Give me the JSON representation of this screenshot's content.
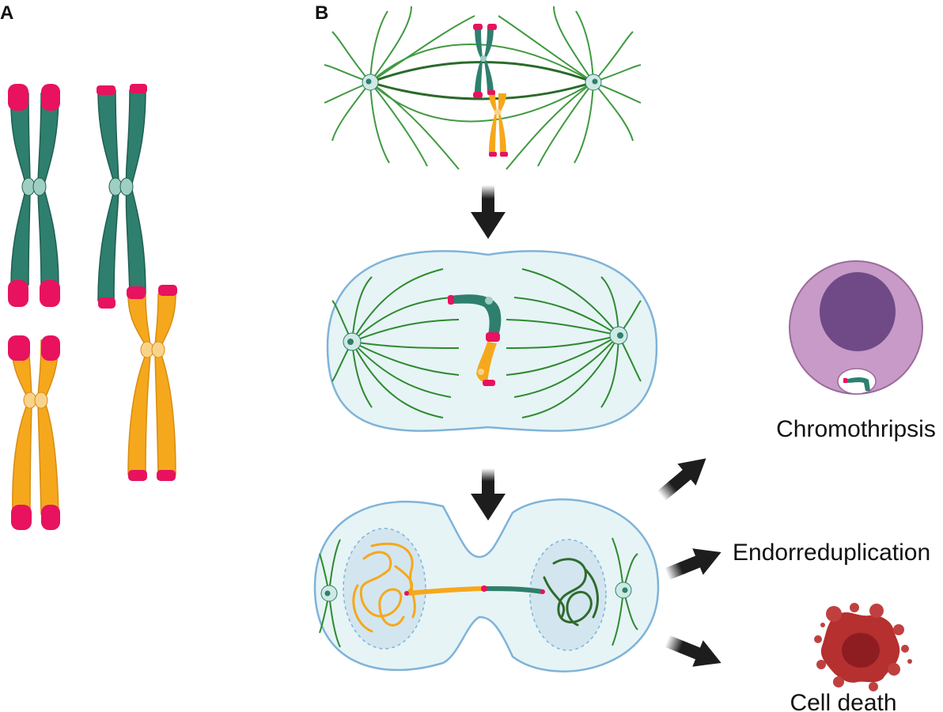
{
  "panels": {
    "a": "A",
    "b": "B"
  },
  "outcomes": {
    "chromothripsis": "Chromothripsis",
    "endoreduplication": "Endorreduplication",
    "cell_death": "Cell death"
  },
  "colors": {
    "chromosome_teal": "#2e7f6e",
    "chromosome_teal_dark": "#1f5f52",
    "chromosome_orange": "#f5a81c",
    "chromosome_orange_dark": "#d98c10",
    "telomere_pink": "#e8125e",
    "centromere_teal": "#9fcfc2",
    "centromere_orange": "#fad38a",
    "spindle_green": "#2f8a2f",
    "cell_fill": "#e6f4f6",
    "cell_outline": "#7fb3d8",
    "nucleus_fill": "#d3e6ef",
    "cell_purple": "#c79ac7",
    "cell_purple_outline": "#9c6a9c",
    "nucleus_purple": "#6f4a86",
    "dead_cell_red": "#b5302f",
    "dead_cell_core": "#8e1d22",
    "arrow_black": "#1d1d1d"
  },
  "icons": [
    "chromosome-icon",
    "spindle-pole-icon",
    "arrow-down-icon",
    "arrow-diagonal-icon",
    "micronucleus-icon",
    "dead-cell-icon"
  ]
}
